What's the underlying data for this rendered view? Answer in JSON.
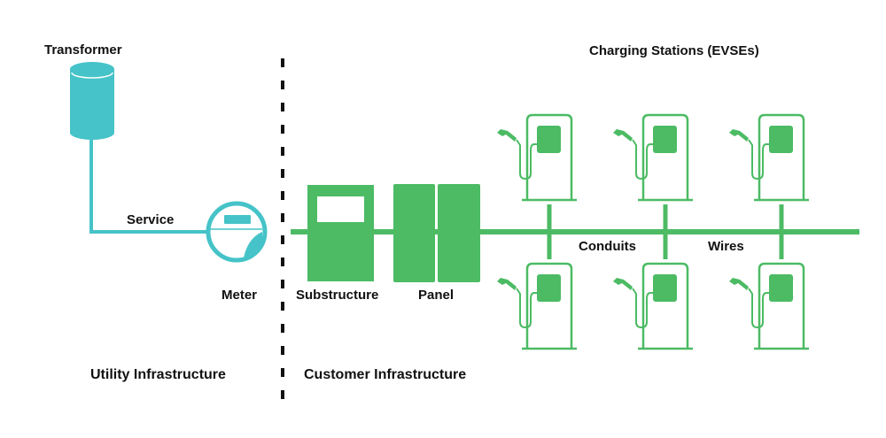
{
  "title": "EV charging infrastructure: utility vs customer",
  "colors": {
    "utility": "#45C3C8",
    "customer": "#4CBB64",
    "text": "#111111",
    "divider": "#111111"
  },
  "labels": {
    "transformer": "Transformer",
    "service": "Service",
    "meter": "Meter",
    "substructure": "Substructure",
    "panel": "Panel",
    "charging_stations": "Charging Stations (EVSEs)",
    "conduits": "Conduits",
    "wires": "Wires",
    "utility_infrastructure": "Utility Infrastructure",
    "customer_infrastructure": "Customer Infrastructure"
  },
  "stations": {
    "columns": 3,
    "rows": [
      "top",
      "bottom"
    ],
    "icon": "ev-charger-icon"
  }
}
